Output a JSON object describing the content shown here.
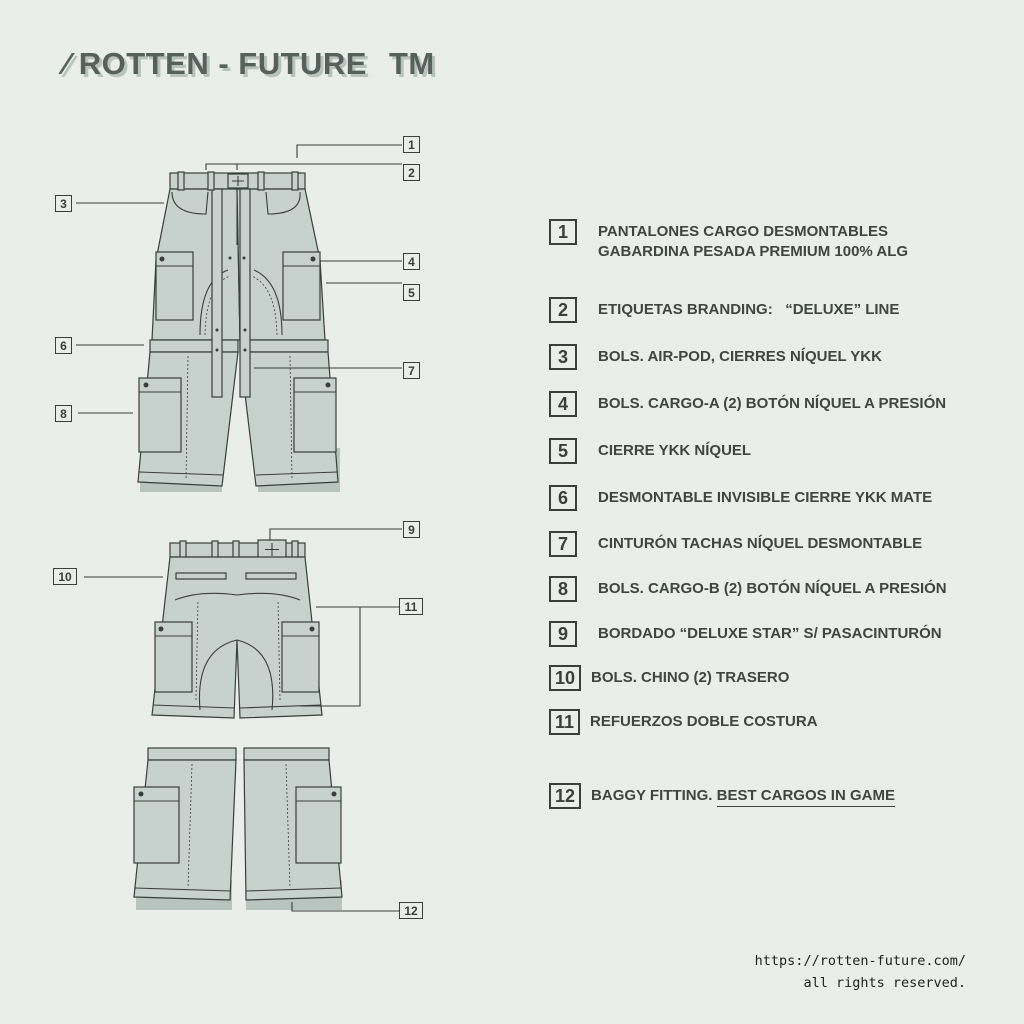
{
  "brand": {
    "name": "⁄ ROTTEN - FUTURE",
    "tm": "TM"
  },
  "callouts": [
    "1",
    "2",
    "3",
    "4",
    "5",
    "6",
    "7",
    "8",
    "9",
    "10",
    "11",
    "12"
  ],
  "legend": [
    {
      "num": "1",
      "line1": "PANTALONES CARGO DESMONTABLES",
      "line2": "GABARDINA PESADA PREMIUM 100% ALG"
    },
    {
      "num": "2",
      "line1": "ETIQUETAS BRANDING:   “DELUXE” LINE"
    },
    {
      "num": "3",
      "line1": "BOLS. AIR-POD, CIERRES NÍQUEL YKK"
    },
    {
      "num": "4",
      "line1": "BOLS. CARGO-A (2) BOTÓN NÍQUEL A PRESIÓN"
    },
    {
      "num": "5",
      "line1": "CIERRE YKK NÍQUEL"
    },
    {
      "num": "6",
      "line1": "DESMONTABLE INVISIBLE CIERRE YKK MATE"
    },
    {
      "num": "7",
      "line1": "CINTURÓN TACHAS NÍQUEL DESMONTABLE"
    },
    {
      "num": "8",
      "line1": "BOLS. CARGO-B (2) BOTÓN NÍQUEL A PRESIÓN"
    },
    {
      "num": "9",
      "line1": "BORDADO “DELUXE STAR” S/ PASACINTURÓN"
    },
    {
      "num": "10",
      "line1": "BOLS. CHINO (2) TRASERO"
    },
    {
      "num": "11",
      "line1": "REFUERZOS DOBLE COSTURA"
    },
    {
      "num": "12",
      "line1": "BAGGY FITTING.",
      "line1b": "BEST CARGOS IN GAME"
    }
  ],
  "footer": {
    "url": "https://rotten-future.com/",
    "rights": "all rights reserved."
  },
  "colors": {
    "background": "#e9eeea",
    "garment": "#c7d1cd",
    "garment_shadow": "#b8c4bf",
    "outline": "#3a3e3c",
    "text": "#404543"
  }
}
